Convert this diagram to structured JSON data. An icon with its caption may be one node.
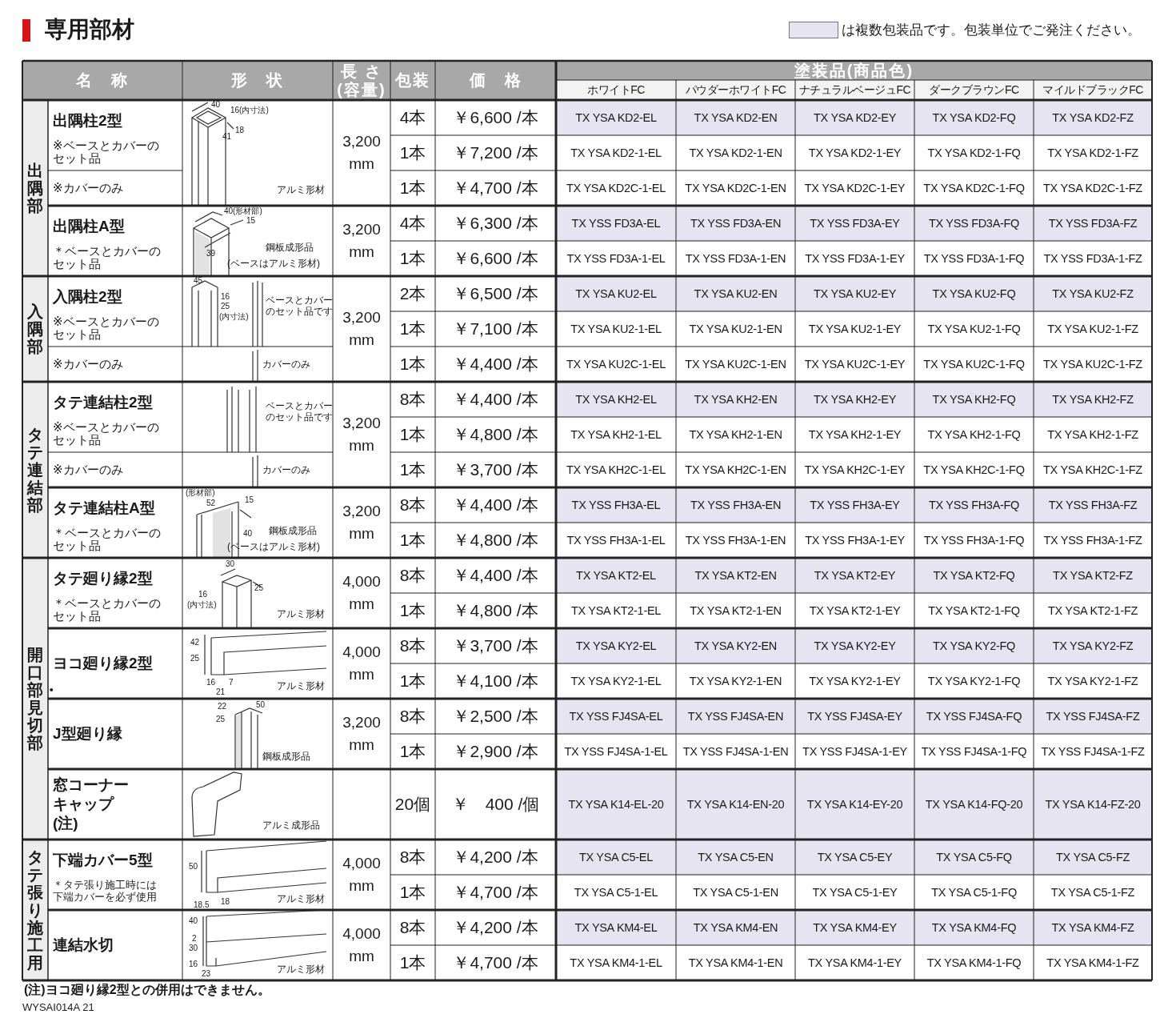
{
  "diagram": {
    "title": "専用部材",
    "legend": [
      {
        "text": "は複数包装品です。包装単位でご発注ください。",
        "color": "#e6e4f0"
      }
    ],
    "labels": [
      "名　称",
      "形　状",
      "長 さ",
      "(容量)",
      "包装",
      "価　格",
      "塗装品(商品色)",
      "ホワイトFC",
      "パウダーホワイトFC",
      "ナチュラルベージュFC",
      "ダークブラウンFC",
      "マイルドブラックFC",
      "出隅部",
      "出隅柱2型",
      "※ベースとカバーのセット品",
      "40",
      "16(内寸法)",
      "41",
      "18",
      "アルミ形材",
      "3,200 mm",
      "4本",
      "￥6,600 /本",
      "TX YSA KD2-EL",
      "TX YSA KD2-EN",
      "TX YSA KD2-EY",
      "TX YSA KD2-FQ",
      "TX YSA KD2-FZ",
      "1本",
      "￥7,200 /本",
      "TX YSA KD2-1-EL",
      "TX YSA KD2-1-EN",
      "TX YSA KD2-1-EY",
      "TX YSA KD2-1-FQ",
      "TX YSA KD2-1-FZ",
      "※カバーのみ",
      "1本",
      "￥4,700 /本",
      "TX YSA KD2C-1-EL",
      "TX YSA KD2C-1-EN",
      "TX YSA KD2C-1-EY",
      "TX YSA KD2C-1-FQ",
      "TX YSA KD2C-1-FZ",
      "出隅柱A型",
      "＊ベースとカバーのセット品",
      "40(形材部)",
      "15",
      "39",
      "鋼板成形品",
      "(ベースはアルミ形材)",
      "3,200 mm",
      "4本",
      "￥6,300 /本",
      "TX YSS FD3A-EL",
      "TX YSS FD3A-EN",
      "TX YSS FD3A-EY",
      "TX YSS FD3A-FQ",
      "TX YSS FD3A-FZ",
      "1本",
      "￥6,600 /本",
      "TX YSS FD3A-1-EL",
      "TX YSS FD3A-1-EN",
      "TX YSS FD3A-1-EY",
      "TX YSS FD3A-1-FQ",
      "TX YSS FD3A-1-FZ",
      "入隅部",
      "入隅柱2型",
      "※ベースとカバーのセット品",
      "45",
      "16",
      "25",
      "(内寸法)",
      "ベースとカバーのセット品です",
      "カバーのみ",
      "3,200 mm",
      "2本",
      "￥6,500 /本",
      "TX YSA KU2-EL",
      "TX YSA KU2-EN",
      "TX YSA KU2-EY",
      "TX YSA KU2-FQ",
      "TX YSA KU2-FZ",
      "1本",
      "￥7,100 /本",
      "TX YSA KU2-1-EL",
      "TX YSA KU2-1-EN",
      "TX YSA KU2-1-EY",
      "TX YSA KU2-1-FQ",
      "TX YSA KU2-1-FZ",
      "※カバーのみ",
      "1本",
      "￥4,400 /本",
      "TX YSA KU2C-1-EL",
      "TX YSA KU2C-1-EN",
      "TX YSA KU2C-1-EY",
      "TX YSA KU2C-1-FQ",
      "TX YSA KU2C-1-FZ",
      "タテ連結部",
      "タテ連結柱2型",
      "※ベースとカバーのセット品",
      "ベースとカバーのセット品です",
      "カバーのみ",
      "3,200 mm",
      "8本",
      "￥4,400 /本",
      "TX YSA KH2-EL",
      "TX YSA KH2-EN",
      "TX YSA KH2-EY",
      "TX YSA KH2-FQ",
      "TX YSA KH2-FZ",
      "1本",
      "￥4,800 /本",
      "TX YSA KH2-1-EL",
      "TX YSA KH2-1-EN",
      "TX YSA KH2-1-EY",
      "TX YSA KH2-1-FQ",
      "TX YSA KH2-1-FZ",
      "※カバーのみ",
      "1本",
      "￥3,700 /本",
      "TX YSA KH2C-1-EL",
      "TX YSA KH2C-1-EN",
      "TX YSA KH2C-1-EY",
      "TX YSA KH2C-1-FQ",
      "TX YSA KH2C-1-FZ",
      "タテ連結柱A型",
      "＊ベースとカバーのセット品",
      "(形材部)",
      "52",
      "15",
      "40",
      "鋼板成形品",
      "(ベースはアルミ形材)",
      "3,200 mm",
      "8本",
      "￥4,400 /本",
      "TX YSS FH3A-EL",
      "TX YSS FH3A-EN",
      "TX YSS FH3A-EY",
      "TX YSS FH3A-FQ",
      "TX YSS FH3A-FZ",
      "1本",
      "￥4,800 /本",
      "TX YSS FH3A-1-EL",
      "TX YSS FH3A-1-EN",
      "TX YSS FH3A-1-EY",
      "TX YSS FH3A-1-FQ",
      "TX YSS FH3A-1-FZ",
      "開口部・見切部",
      "タテ廻り縁2型",
      "＊ベースとカバーのセット品",
      "30",
      "25",
      "16",
      "(内寸法)",
      "アルミ形材",
      "4,000 mm",
      "8本",
      "￥4,400 /本",
      "TX YSA KT2-EL",
      "TX YSA KT2-EN",
      "TX YSA KT2-EY",
      "TX YSA KT2-FQ",
      "TX YSA KT2-FZ",
      "1本",
      "￥4,800 /本",
      "TX YSA KT2-1-EL",
      "TX YSA KT2-1-EN",
      "TX YSA KT2-1-EY",
      "TX YSA KT2-1-FQ",
      "TX YSA KT2-1-FZ",
      "ヨコ廻り縁2型",
      "42",
      "25",
      "16",
      "7",
      "21",
      "アルミ形材",
      "4,000 mm",
      "8本",
      "￥3,700 /本",
      "TX YSA KY2-EL",
      "TX YSA KY2-EN",
      "TX YSA KY2-EY",
      "TX YSA KY2-FQ",
      "TX YSA KY2-FZ",
      "1本",
      "￥4,100 /本",
      "TX YSA KY2-1-EL",
      "TX YSA KY2-1-EN",
      "TX YSA KY2-1-EY",
      "TX YSA KY2-1-FQ",
      "TX YSA KY2-1-FZ",
      "J型廻り縁",
      "22",
      "50",
      "25",
      "鋼板成形品",
      "3,200 mm",
      "8本",
      "￥2,500 /本",
      "TX YSS FJ4SA-EL",
      "TX YSS FJ4SA-EN",
      "TX YSS FJ4SA-EY",
      "TX YSS FJ4SA-FQ",
      "TX YSS FJ4SA-FZ",
      "1本",
      "￥2,900 /本",
      "TX YSS FJ4SA-1-EL",
      "TX YSS FJ4SA-1-EN",
      "TX YSS FJ4SA-1-EY",
      "TX YSS FJ4SA-1-FQ",
      "TX YSS FJ4SA-1-FZ",
      "窓コーナーキャップ(注)",
      "アルミ成形品",
      "20個",
      "￥　400 /個",
      "TX YSA K14-EL-20",
      "TX YSA K14-EN-20",
      "TX YSA K14-EY-20",
      "TX YSA K14-FQ-20",
      "TX YSA K14-FZ-20",
      "タテ張り施工用",
      "下端カバー5型",
      "＊タテ張り施工時には下端カバーを必ず使用",
      "50",
      "18",
      "18.5",
      "アルミ形材",
      "4,000 mm",
      "8本",
      "￥4,200 /本",
      "TX YSA C5-EL",
      "TX YSA C5-EN",
      "TX YSA C5-EY",
      "TX YSA C5-FQ",
      "TX YSA C5-FZ",
      "1本",
      "￥4,700 /本",
      "TX YSA C5-1-EL",
      "TX YSA C5-1-EN",
      "TX YSA C5-1-EY",
      "TX YSA C5-1-FQ",
      "TX YSA C5-1-FZ",
      "連結水切",
      "40",
      "2",
      "30",
      "16",
      "23",
      "アルミ形材",
      "4,000 mm",
      "8本",
      "￥4,200 /本",
      "TX YSA KM4-EL",
      "TX YSA KM4-EN",
      "TX YSA KM4-EY",
      "TX YSA KM4-FQ",
      "TX YSA KM4-FZ",
      "1本",
      "￥4,700 /本",
      "TX YSA KM4-1-EL",
      "TX YSA KM4-1-EN",
      "TX YSA KM4-1-EY",
      "TX YSA KM4-1-FQ",
      "TX YSA KM4-1-FZ",
      "(注)ヨコ廻り縁2型との併用はできません。",
      "WYSAI014A 21"
    ]
  }
}
